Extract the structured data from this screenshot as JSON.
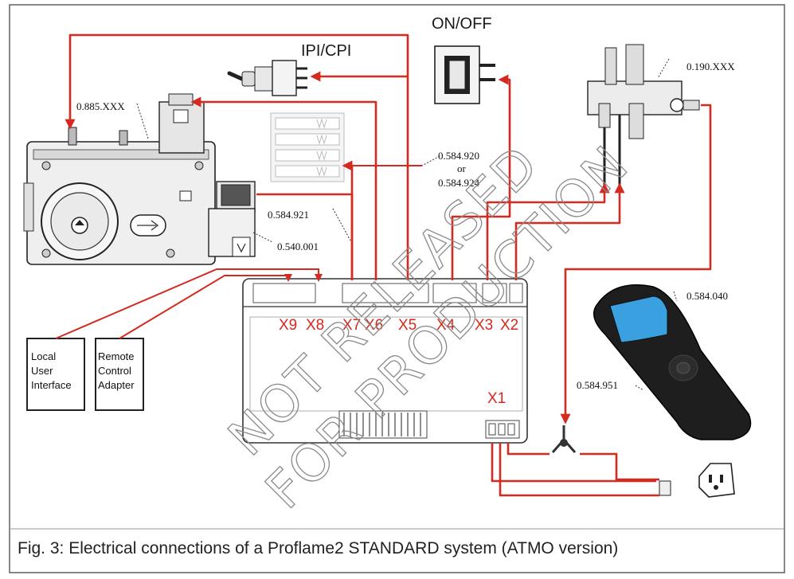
{
  "labels": {
    "on_off": "ON/OFF",
    "ipi_cpi": "IPI/CPI"
  },
  "part_numbers": {
    "valve": "0.885.XXX",
    "pilot": "0.190.XXX",
    "battery_a": "0.584.920",
    "battery_or": "or",
    "battery_b": "0.584.924",
    "motor": "0.584.921",
    "solenoid": "0.540.001",
    "remote": "0.584.040",
    "cable": "0.584.951"
  },
  "terminals": {
    "x9": "X9",
    "x8": "X8",
    "x7": "X7",
    "x6": "X6",
    "x5": "X5",
    "x4": "X4",
    "x3": "X3",
    "x2": "X2",
    "x1": "X1"
  },
  "boxes": {
    "local_ui": [
      "Local",
      "User",
      "Interface"
    ],
    "remote_adapter": [
      "Remote",
      "Control",
      "Adapter"
    ]
  },
  "watermark": {
    "line1": "NOT RELEASED",
    "line2": "FOR PRODUCTION"
  },
  "caption": {
    "main": "Fig. 3: Electrical connections of a Proflame2 STANDARD system ",
    "emphasis": "(ATMO version)"
  },
  "colors": {
    "wire": "#d42a20",
    "frame": "#444444",
    "remote_body": "#1e1e1e",
    "remote_screen": "#3aa0e0"
  }
}
